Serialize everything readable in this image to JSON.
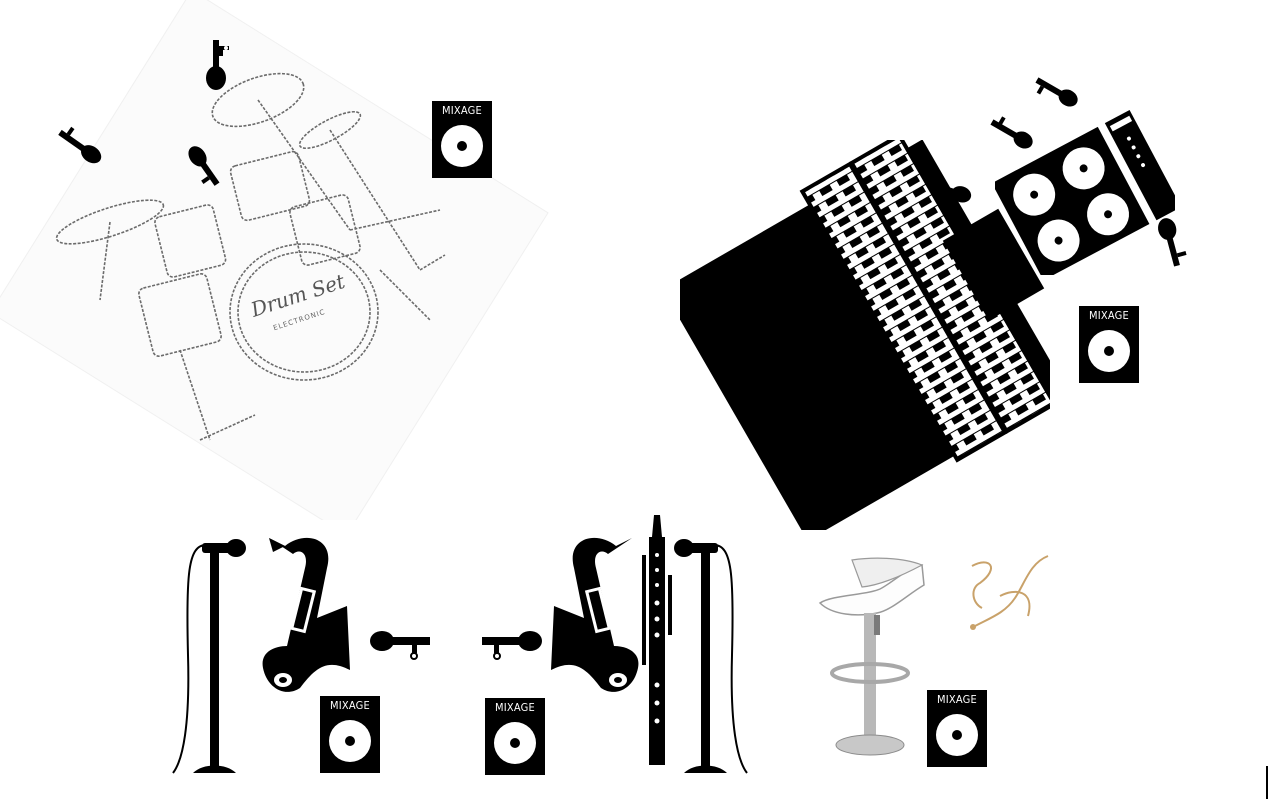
{
  "stage_plot": {
    "mixage_label": "MIXAGE",
    "drum_logo_title": "Drum Set",
    "drum_logo_sub": "ELECTRONIC"
  },
  "colors": {
    "ink": "#000000",
    "sketch": "#6b6b6b",
    "stool_metal": "#b8b8b8",
    "headset": "#c9a26a"
  },
  "icons": [
    "drum-kit-icon",
    "microphone-icon",
    "mixage-monitor-icon",
    "keyboard-icon",
    "amplifier-icon",
    "saxophone-icon",
    "clarinet-icon",
    "mic-stand-icon",
    "bar-stool-icon",
    "headset-mic-icon"
  ]
}
